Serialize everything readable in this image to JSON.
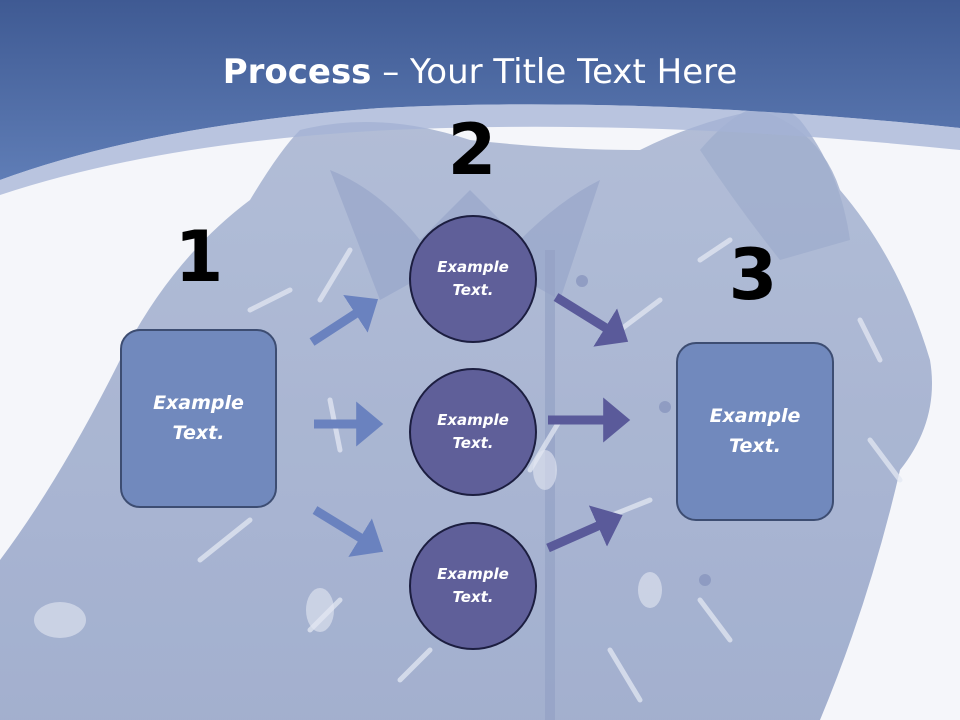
{
  "slide": {
    "title_bold": "Process",
    "title_rest": " – Your Title Text Here"
  },
  "steps": {
    "one": {
      "number": "1",
      "label": "Example Text."
    },
    "two": {
      "number": "2"
    },
    "three": {
      "number": "3",
      "label": "Example Text."
    }
  },
  "circles": [
    {
      "label": "Example Text."
    },
    {
      "label": "Example Text."
    },
    {
      "label": "Example Text."
    }
  ],
  "colors": {
    "header_band": "#4d6aa6",
    "box_fill": "#7189bd",
    "circle_fill": "#5f5f99",
    "arrow_left": "#6a82bf",
    "arrow_right": "#5a5a9a"
  }
}
